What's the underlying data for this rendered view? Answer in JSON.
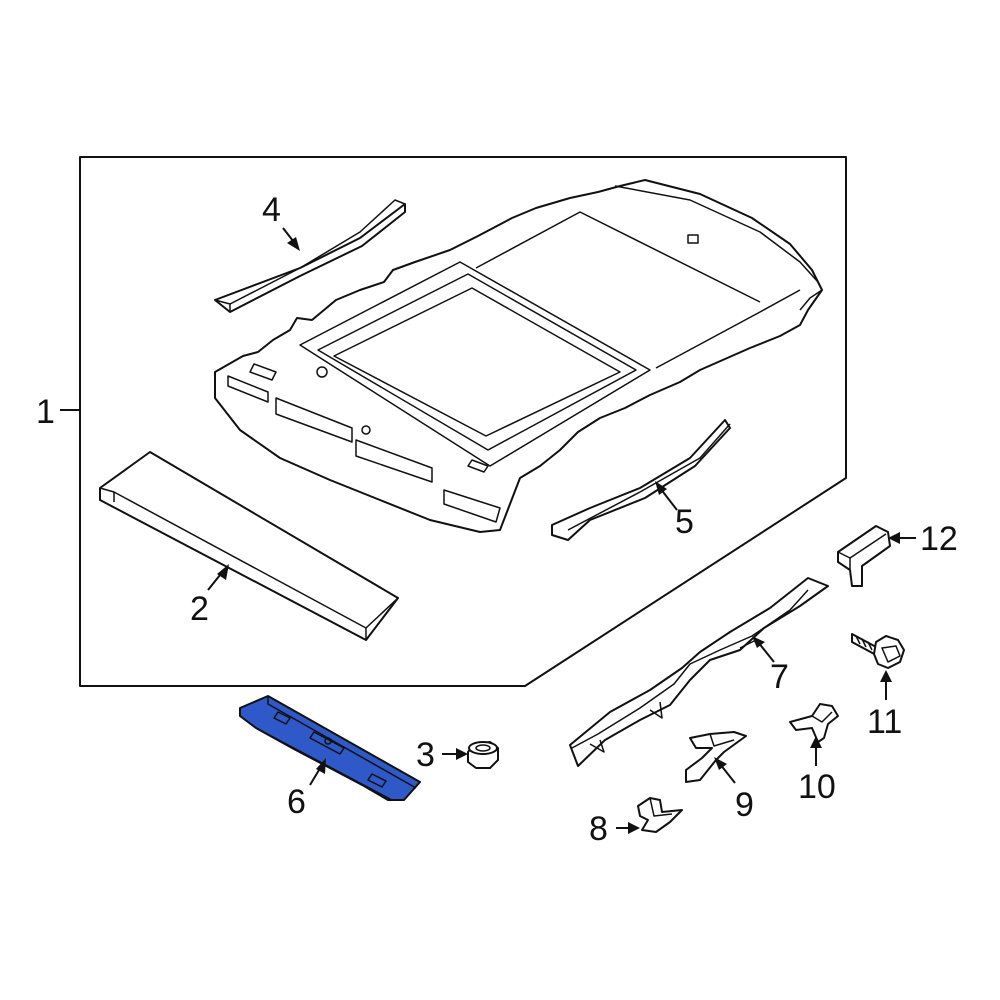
{
  "colors": {
    "line": "#111111",
    "background": "#ffffff",
    "highlight": "#2f58c9"
  },
  "highlighted_part": "6",
  "callouts": [
    {
      "id": "1",
      "label": "1"
    },
    {
      "id": "2",
      "label": "2"
    },
    {
      "id": "3",
      "label": "3"
    },
    {
      "id": "4",
      "label": "4"
    },
    {
      "id": "5",
      "label": "5"
    },
    {
      "id": "6",
      "label": "6"
    },
    {
      "id": "7",
      "label": "7"
    },
    {
      "id": "8",
      "label": "8"
    },
    {
      "id": "9",
      "label": "9"
    },
    {
      "id": "10",
      "label": "10"
    },
    {
      "id": "11",
      "label": "11"
    },
    {
      "id": "12",
      "label": "12"
    }
  ]
}
